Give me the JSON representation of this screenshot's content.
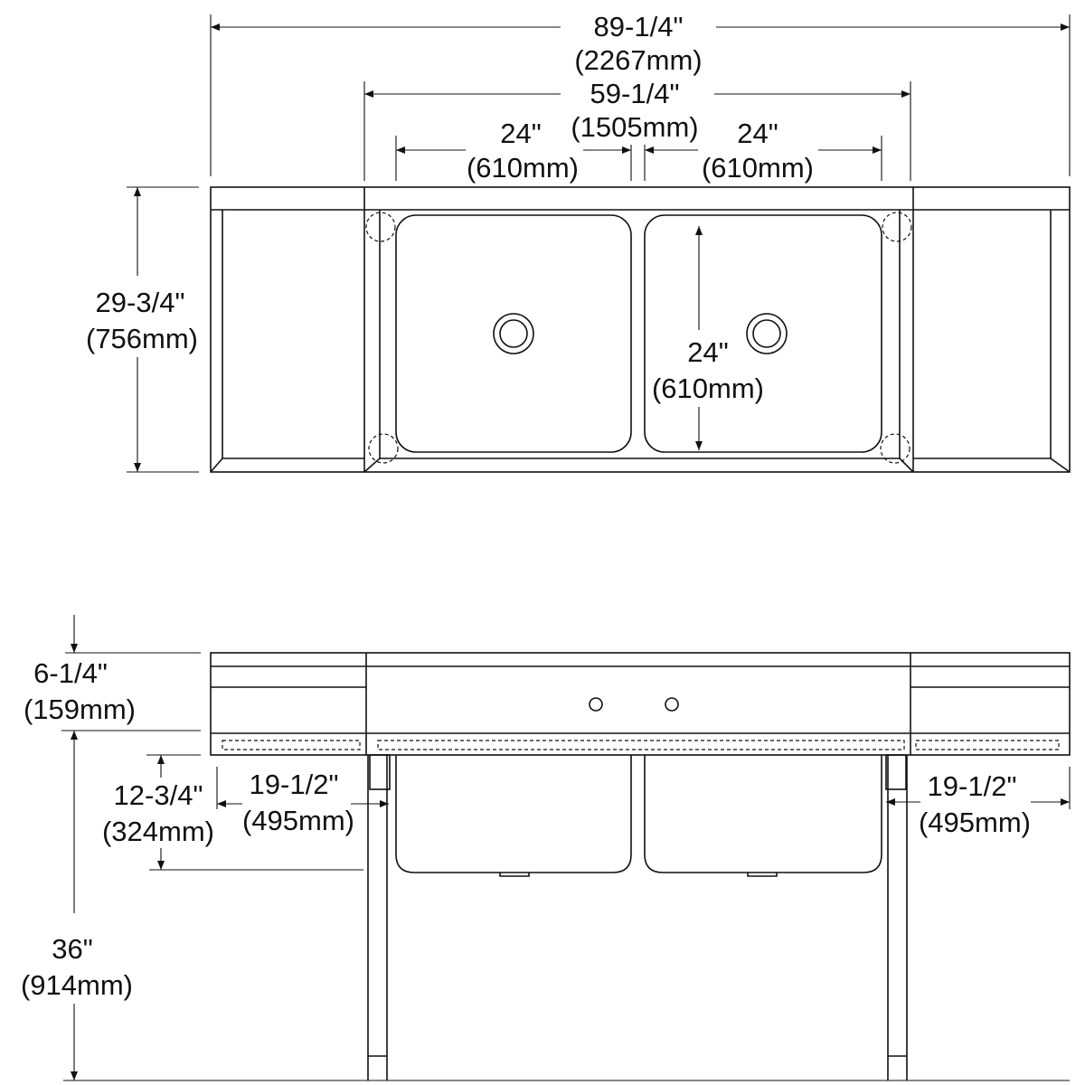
{
  "top_view": {
    "overall_width": {
      "in": "89-1/4\"",
      "mm": "(2267mm)"
    },
    "sink_width": {
      "in": "59-1/4\"",
      "mm": "(1505mm)"
    },
    "bowl_left_width": {
      "in": "24\"",
      "mm": "(610mm)"
    },
    "bowl_right_width": {
      "in": "24\"",
      "mm": "(610mm)"
    },
    "overall_depth": {
      "in": "29-3/4\"",
      "mm": "(756mm)"
    },
    "bowl_depth": {
      "in": "24\"",
      "mm": "(610mm)"
    }
  },
  "front_view": {
    "backsplash_height": {
      "in": "6-1/4\"",
      "mm": "(159mm)"
    },
    "bowl_depth": {
      "in": "12-3/4\"",
      "mm": "(324mm)"
    },
    "drainboard_left": {
      "in": "19-1/2\"",
      "mm": "(495mm)"
    },
    "drainboard_right": {
      "in": "19-1/2\"",
      "mm": "(495mm)"
    },
    "rim_height": {
      "in": "36\"",
      "mm": "(914mm)"
    }
  }
}
